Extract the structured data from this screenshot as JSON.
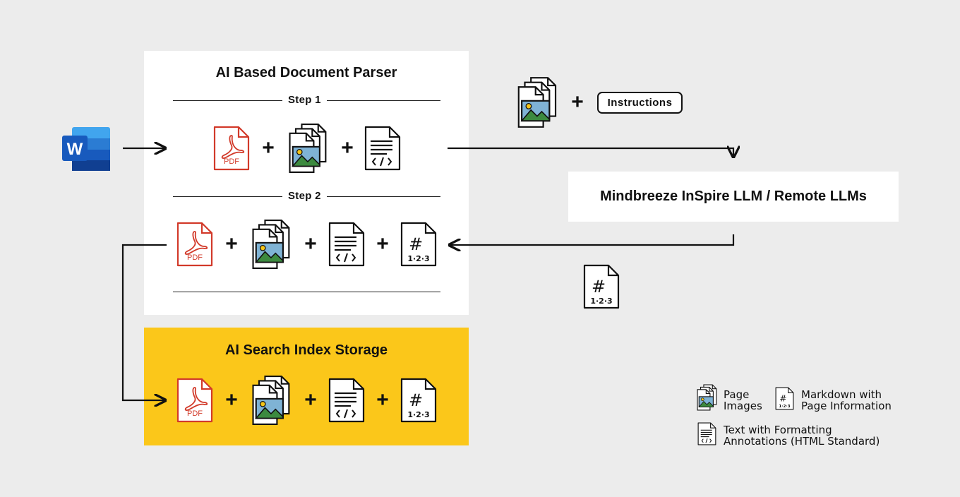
{
  "parser": {
    "title": "AI Based Document Parser",
    "step1": "Step 1",
    "step2": "Step 2"
  },
  "storage": {
    "title": "AI Search Index Storage"
  },
  "llm": {
    "title": "Mindbreeze InSpire LLM / Remote LLMs"
  },
  "instructions_label": "Instructions",
  "pdf_label": "PDF",
  "markdown_icon": {
    "hash": "#",
    "numbers": "1·2·3"
  },
  "word_icon_letter": "W",
  "legend": {
    "page_images": [
      "Page",
      "Images"
    ],
    "markdown": [
      "Markdown with",
      "Page Information"
    ],
    "text_formatting": [
      "Text with Formatting",
      "Annotations (HTML Standard)"
    ]
  },
  "colors": {
    "background": "#ececec",
    "storage": "#fbc71a",
    "pdf_red": "#d23a2a",
    "word_blue": "#2b579a",
    "image_green": "#3c8a3f",
    "image_blue": "#7fb3d5"
  }
}
